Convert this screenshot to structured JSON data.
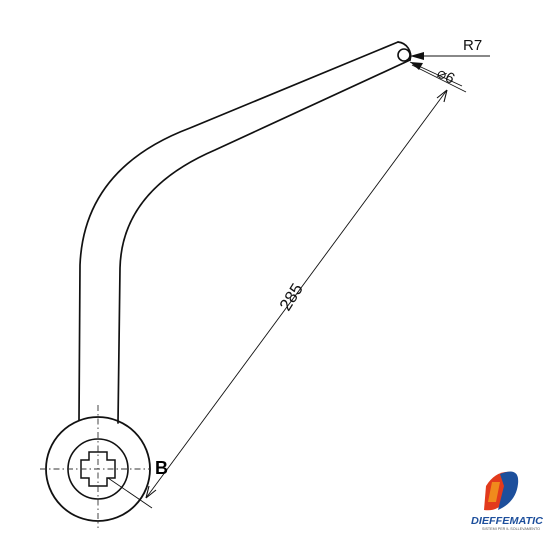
{
  "drawing": {
    "dimension_length": "285",
    "radius_label": "R7",
    "diameter_label": "⌀6",
    "point_label": "B"
  },
  "logo": {
    "name": "DIEFFEMATIC",
    "tagline": "SISTEMI PER IL SOLLEVAMENTO",
    "colors": {
      "blue": "#1d4f9c",
      "red": "#e23a1c",
      "orange": "#f08a1c"
    }
  }
}
